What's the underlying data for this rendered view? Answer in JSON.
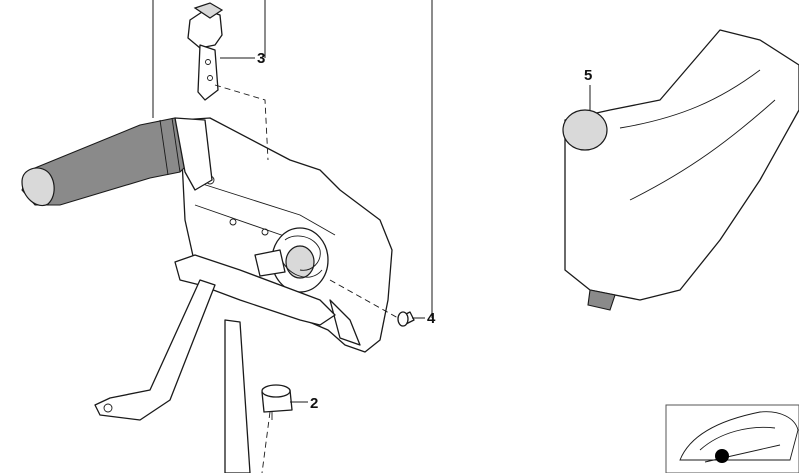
{
  "callouts": [
    {
      "id": "2",
      "label": "2"
    },
    {
      "id": "3",
      "label": "3"
    },
    {
      "id": "4",
      "label": "4"
    },
    {
      "id": "5",
      "label": "5"
    }
  ]
}
